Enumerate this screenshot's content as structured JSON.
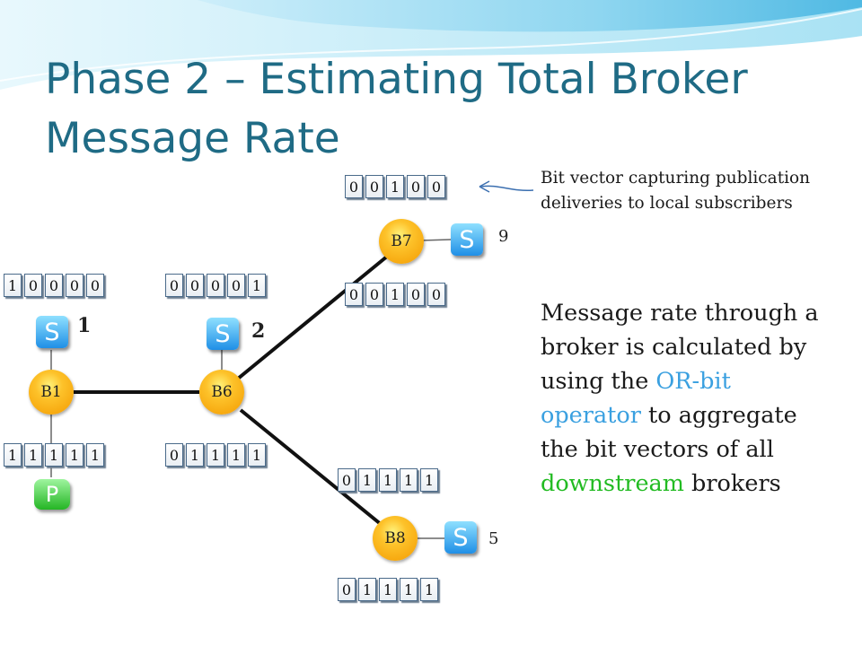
{
  "slide": {
    "title_line1": "Phase 2 – Estimating Total Broker",
    "title_line2": "Message Rate",
    "annotation_line1": "Bit vector capturing publication",
    "annotation_line2": "deliveries to local subscribers",
    "desc_line1": "Message rate through a",
    "desc_line2": "broker is calculated by",
    "desc_line3_pre": "using the ",
    "desc_line3_hl": "OR-bit",
    "desc_line4_hl": "operator",
    "desc_line4_post": " to aggregate",
    "desc_line5": "the bit vectors of all",
    "desc_line6_hl": "downstream",
    "desc_line6_post": " brokers",
    "accent_blue": "#3aa0e0",
    "accent_green": "#22bb22",
    "title_color": "#1f6b85"
  },
  "diagram": {
    "brokers": {
      "b1": "B1",
      "b6": "B6",
      "b7": "B7",
      "b8": "B8"
    },
    "subscriber_label": "S",
    "publisher_label": "P",
    "subscriber_counts": {
      "b1": "1",
      "b6": "2",
      "b7": "9",
      "b8": "5"
    },
    "bit_vectors": {
      "b7_local": [
        "0",
        "0",
        "1",
        "0",
        "0"
      ],
      "b7_aggregate": [
        "0",
        "0",
        "1",
        "0",
        "0"
      ],
      "b1_local": [
        "1",
        "0",
        "0",
        "0",
        "0"
      ],
      "b6_local": [
        "0",
        "0",
        "0",
        "0",
        "1"
      ],
      "b1_aggregate": [
        "1",
        "1",
        "1",
        "1",
        "1"
      ],
      "b6_aggregate": [
        "0",
        "1",
        "1",
        "1",
        "1"
      ],
      "b8_local": [
        "0",
        "1",
        "1",
        "1",
        "1"
      ],
      "b8_aggregate": [
        "0",
        "1",
        "1",
        "1",
        "1"
      ]
    }
  }
}
